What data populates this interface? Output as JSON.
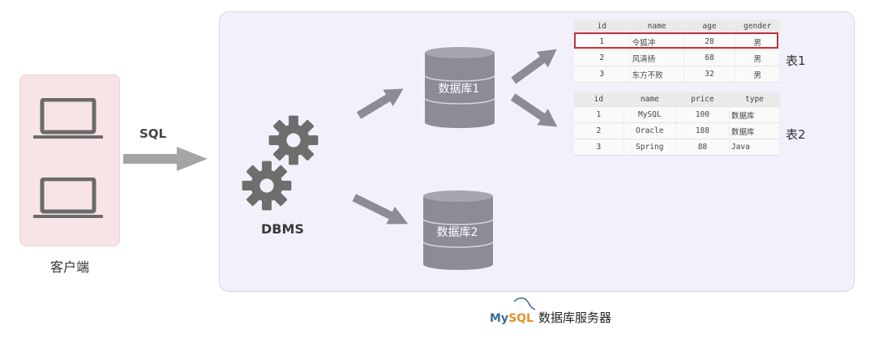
{
  "client": {
    "label": "客户端"
  },
  "sql_label": "SQL",
  "server": {
    "dbms_label": "DBMS",
    "db1_label": "数据库1",
    "db2_label": "数据库2",
    "footer_logo_my": "My",
    "footer_logo_sql": "SQL",
    "footer_text": "数据库服务器"
  },
  "table1": {
    "label": "表1",
    "headers": [
      "id",
      "name",
      "age",
      "gender"
    ],
    "rows": [
      [
        "1",
        "令狐冲",
        "28",
        "男"
      ],
      [
        "2",
        "风清扬",
        "68",
        "男"
      ],
      [
        "3",
        "东方不败",
        "32",
        "男"
      ]
    ]
  },
  "table2": {
    "label": "表2",
    "headers": [
      "id",
      "name",
      "price",
      "type"
    ],
    "rows": [
      [
        "1",
        "MySQL",
        "100",
        "数据库"
      ],
      [
        "2",
        "Oracle",
        "188",
        "数据库"
      ],
      [
        "3",
        "Spring",
        "88",
        "Java"
      ]
    ]
  },
  "colors": {
    "client_bg": "#f8e4e6",
    "server_bg": "#f2f0fb",
    "shape_gray": "#8e8a96",
    "highlight": "#c0303c"
  }
}
